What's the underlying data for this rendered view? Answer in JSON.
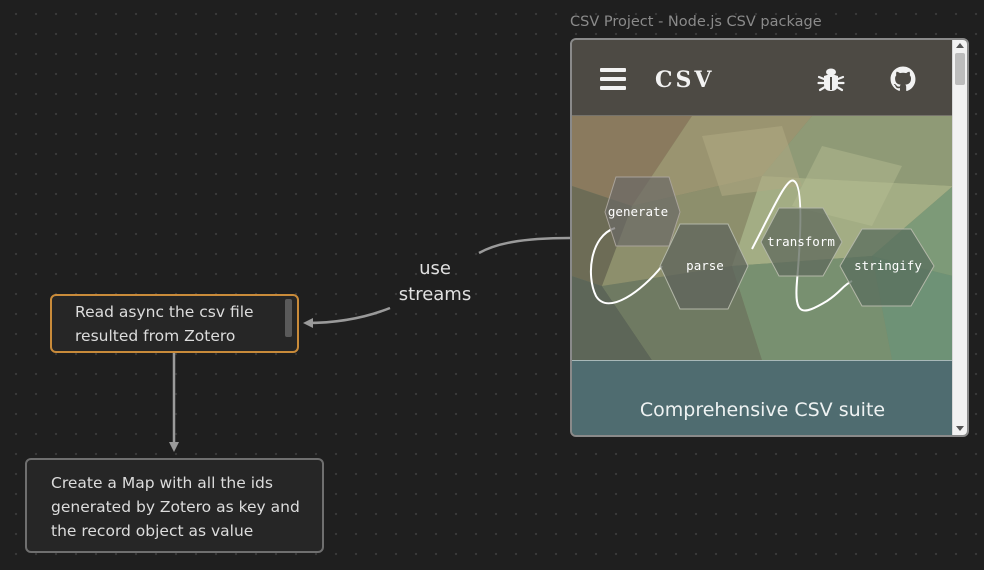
{
  "canvas": {
    "edge_label": "use\nstreams"
  },
  "nodes": {
    "read_csv": {
      "text": "Read async the csv file\nresulted from Zotero"
    },
    "create_map": {
      "text": "Create a Map with all the ids\ngenerated by Zotero as key and\nthe record object as value"
    }
  },
  "web_node": {
    "title": "CSV Project - Node.js CSV package",
    "site": {
      "logo": "CSV",
      "menu_icon": "hamburger-menu-icon",
      "issues_icon": "bug-icon",
      "repo_icon": "github-icon",
      "hero_labels": {
        "generate": "generate",
        "parse": "parse",
        "transform": "transform",
        "stringify": "stringify"
      },
      "tagline": "Comprehensive CSV suite"
    }
  },
  "colors": {
    "background": "#1f1f1f",
    "active_node_border": "#c98b3a",
    "node_border": "#6f6f6f",
    "edge": "#9a9a9a"
  }
}
